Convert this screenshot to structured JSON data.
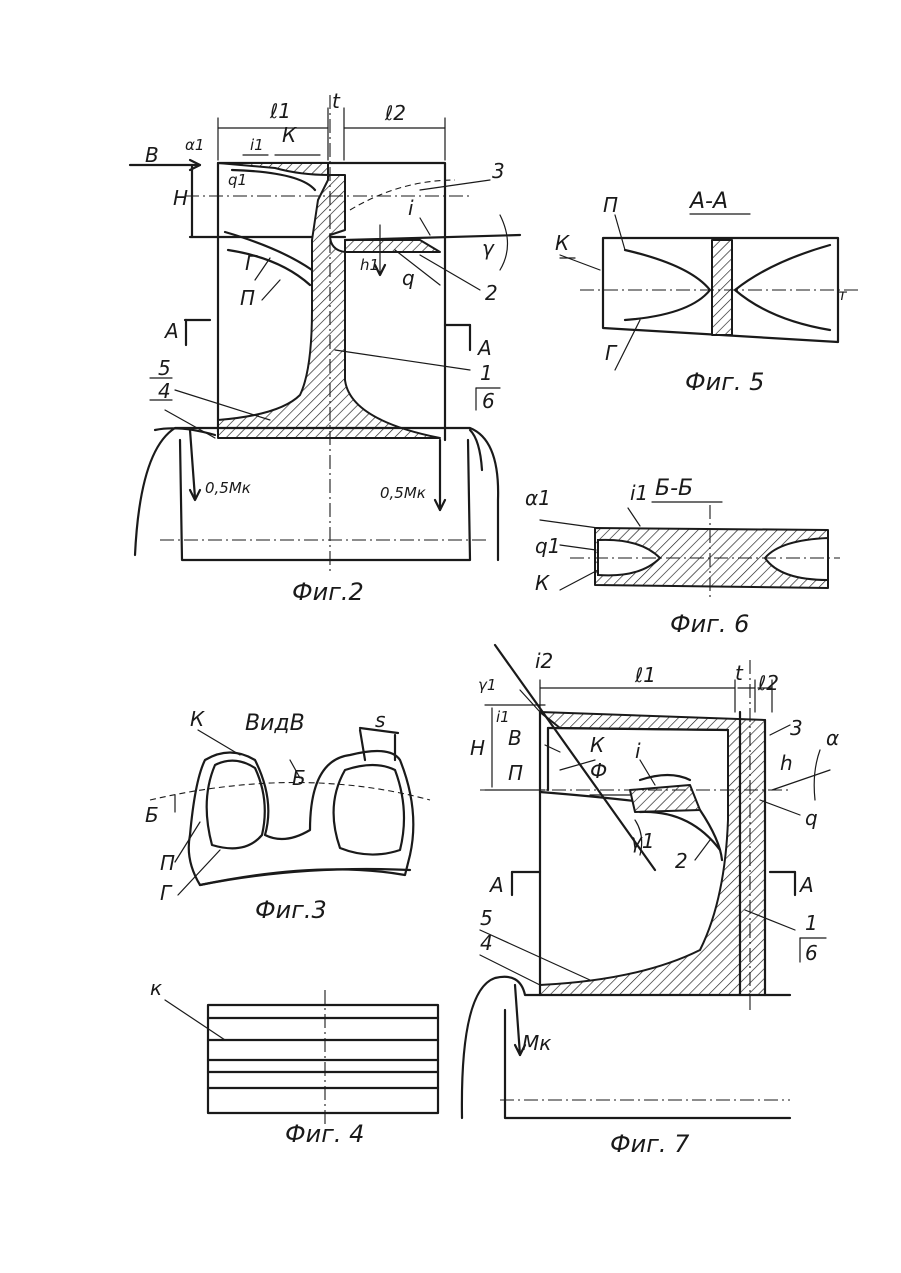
{
  "figures": {
    "fig2": {
      "caption": "Фиг.2",
      "labels": {
        "l1": "ℓ1",
        "t": "t",
        "l2": "ℓ2",
        "alpha1": "α1",
        "i1": "i1",
        "k": "К",
        "b": "В",
        "h_dim": "Н",
        "g1": "q1",
        "three": "3",
        "i": "i",
        "gamma": "γ",
        "g": "Г",
        "p": "П",
        "h1": "h1",
        "q": "q",
        "two": "2",
        "a_left": "А",
        "a_right": "А",
        "five": "5",
        "four": "4",
        "one": "1",
        "six": "6",
        "mk_left": "0,5Мк",
        "mk_right": "0,5Мк"
      }
    },
    "fig5": {
      "caption": "Фиг. 5",
      "title": "А-А",
      "labels": {
        "p": "П",
        "k": "К",
        "g": "Г",
        "m": "т"
      }
    },
    "fig6": {
      "caption": "Фиг. 6",
      "title": "Б-Б",
      "labels": {
        "alpha1": "α1",
        "i1": "i1",
        "g1": "q1",
        "k": "К"
      }
    },
    "fig3": {
      "caption": "Фиг.3",
      "title": "ВидВ",
      "labels": {
        "k": "К",
        "s": "s",
        "b_left": "Б",
        "b_right": "Б",
        "p": "П",
        "g": "Г"
      }
    },
    "fig4": {
      "caption": "Фиг. 4",
      "labels": {
        "k": "к"
      }
    },
    "fig7": {
      "caption": "Фиг. 7",
      "labels": {
        "gamma1_top": "γ1",
        "i2": "i2",
        "l1": "ℓ1",
        "t": "t",
        "l2": "ℓ2",
        "i1": "i1",
        "h_dim": "Н",
        "b": "В",
        "k": "К",
        "p": "П",
        "f": "Ф",
        "i": "i",
        "three": "3",
        "h": "h",
        "alpha": "α",
        "q": "q",
        "gamma1": "γ1",
        "two": "2",
        "a_left": "А",
        "a_right": "А",
        "one": "1",
        "six": "6",
        "five": "5",
        "four": "4",
        "mk": "Мк"
      }
    }
  }
}
